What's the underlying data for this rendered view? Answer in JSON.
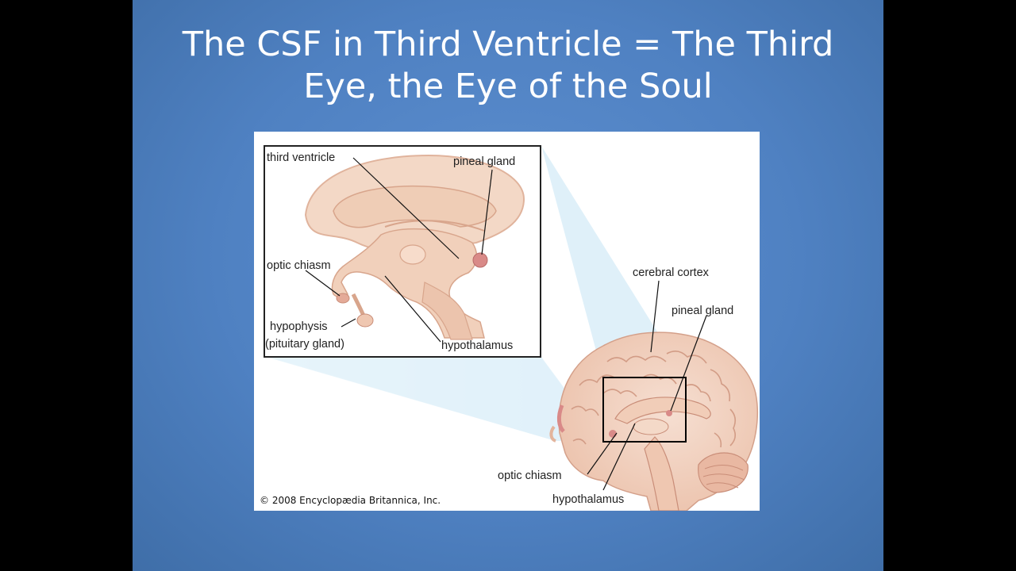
{
  "slide": {
    "title_line1": "The CSF in Third Ventricle = The Third",
    "title_line2": "Eye, the Eye of the Soul"
  },
  "diagram": {
    "inset_labels": {
      "third_ventricle": "third ventricle",
      "pineal_gland": "pineal gland",
      "optic_chiasm": "optic chiasm",
      "hypophysis": "hypophysis",
      "pituitary_gland": "(pituitary gland)",
      "hypothalamus": "hypothalamus"
    },
    "brain_labels": {
      "cerebral_cortex": "cerebral cortex",
      "pineal_gland": "pineal gland",
      "optic_chiasm": "optic chiasm",
      "hypothalamus": "hypothalamus"
    },
    "copyright": "© 2008 Encyclopædia Britannica, Inc.",
    "colors": {
      "slide_background": "#4f81c2",
      "tissue": "#f3d6c4",
      "tissue_dark": "#e3b49c",
      "gland": "#d98a88",
      "zoom_beam": "#d7ecf7"
    }
  }
}
